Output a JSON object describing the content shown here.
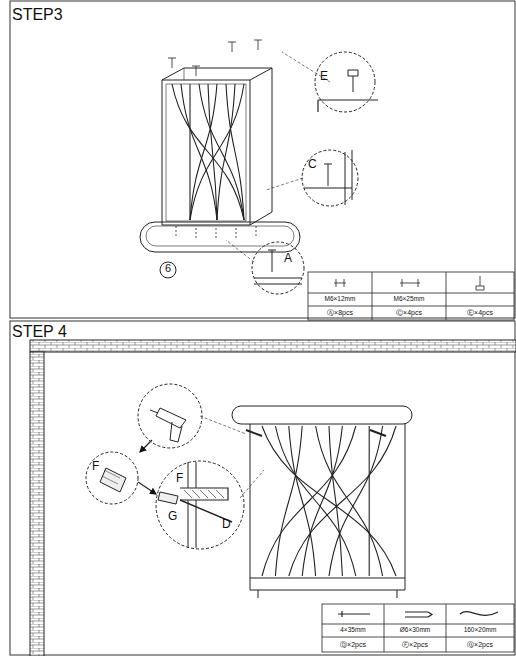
{
  "diagram": {
    "labels": [
      "STEP3",
      "6",
      "E",
      "C",
      "A",
      "M6×12mm",
      "M6×25mm",
      "Ⓐ×8pcs",
      "Ⓒ×4pcs",
      "Ⓔ×4pcs",
      "STEP 4",
      "F",
      "F",
      "G",
      "D",
      "4×35mm",
      "Ø6×30mm",
      "160×20mm",
      "Ⓓ×2pcs",
      "Ⓕ×2pcs",
      "Ⓖ×2pcs"
    ]
  }
}
